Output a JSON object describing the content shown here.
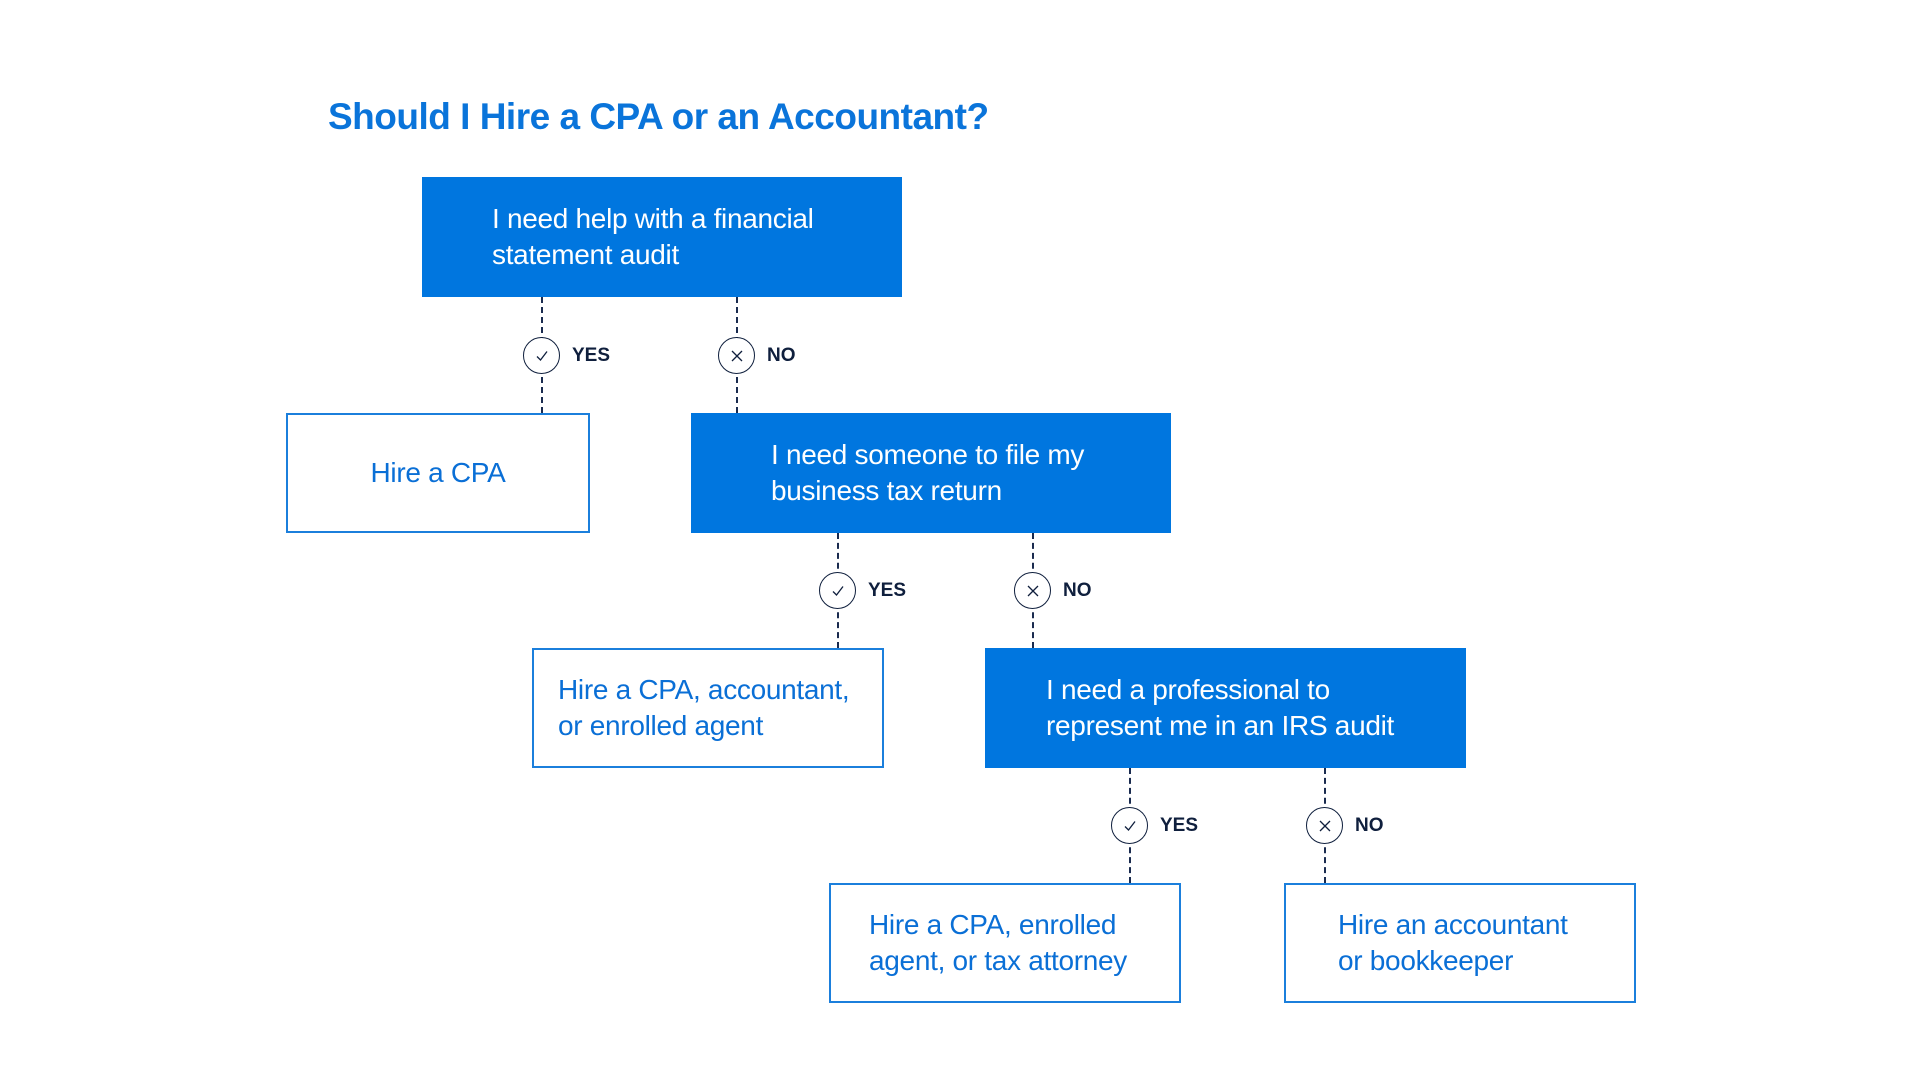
{
  "title": "Should I Hire a CPA or an Accountant?",
  "colors": {
    "primary": "#0076DF",
    "outline_text": "#0A6FD6",
    "connector": "#0F1F3D"
  },
  "nodes": {
    "q1": {
      "lines": [
        "I need help with a financial",
        "statement audit"
      ]
    },
    "a1": {
      "lines": [
        "Hire a CPA"
      ]
    },
    "q2": {
      "lines": [
        "I need someone to file my",
        "business tax return"
      ]
    },
    "a2": {
      "lines": [
        "Hire a CPA, accountant,",
        "or enrolled agent"
      ]
    },
    "q3": {
      "lines": [
        "I need a professional to",
        "represent me in an IRS audit"
      ]
    },
    "a3": {
      "lines": [
        "Hire a CPA, enrolled",
        "agent, or tax attorney"
      ]
    },
    "a4": {
      "lines": [
        "Hire an accountant",
        "or bookkeeper"
      ]
    }
  },
  "branches": {
    "yes": "YES",
    "no": "NO"
  },
  "icons": {
    "yes": "check-icon",
    "no": "x-icon"
  }
}
